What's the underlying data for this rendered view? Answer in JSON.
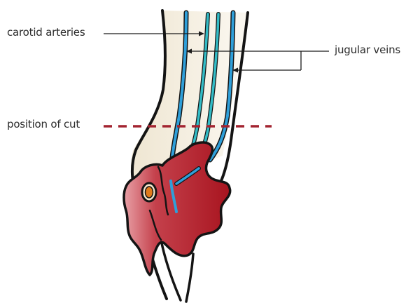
{
  "labels": {
    "carotid_arteries": "carotid arteries",
    "jugular_veins": "jugular veins",
    "position_of_cut": "position of cut"
  },
  "colors": {
    "outline": "#141414",
    "neck_fill": "#f3eee2",
    "vein": "#2f9fd9",
    "artery": "#33bcc6",
    "flesh": "#b3202b",
    "flesh_light": "#e8a0a6",
    "cut_line": "#a32430",
    "vertebra": "#e07b1b",
    "pointer": "#1a1a1a"
  }
}
